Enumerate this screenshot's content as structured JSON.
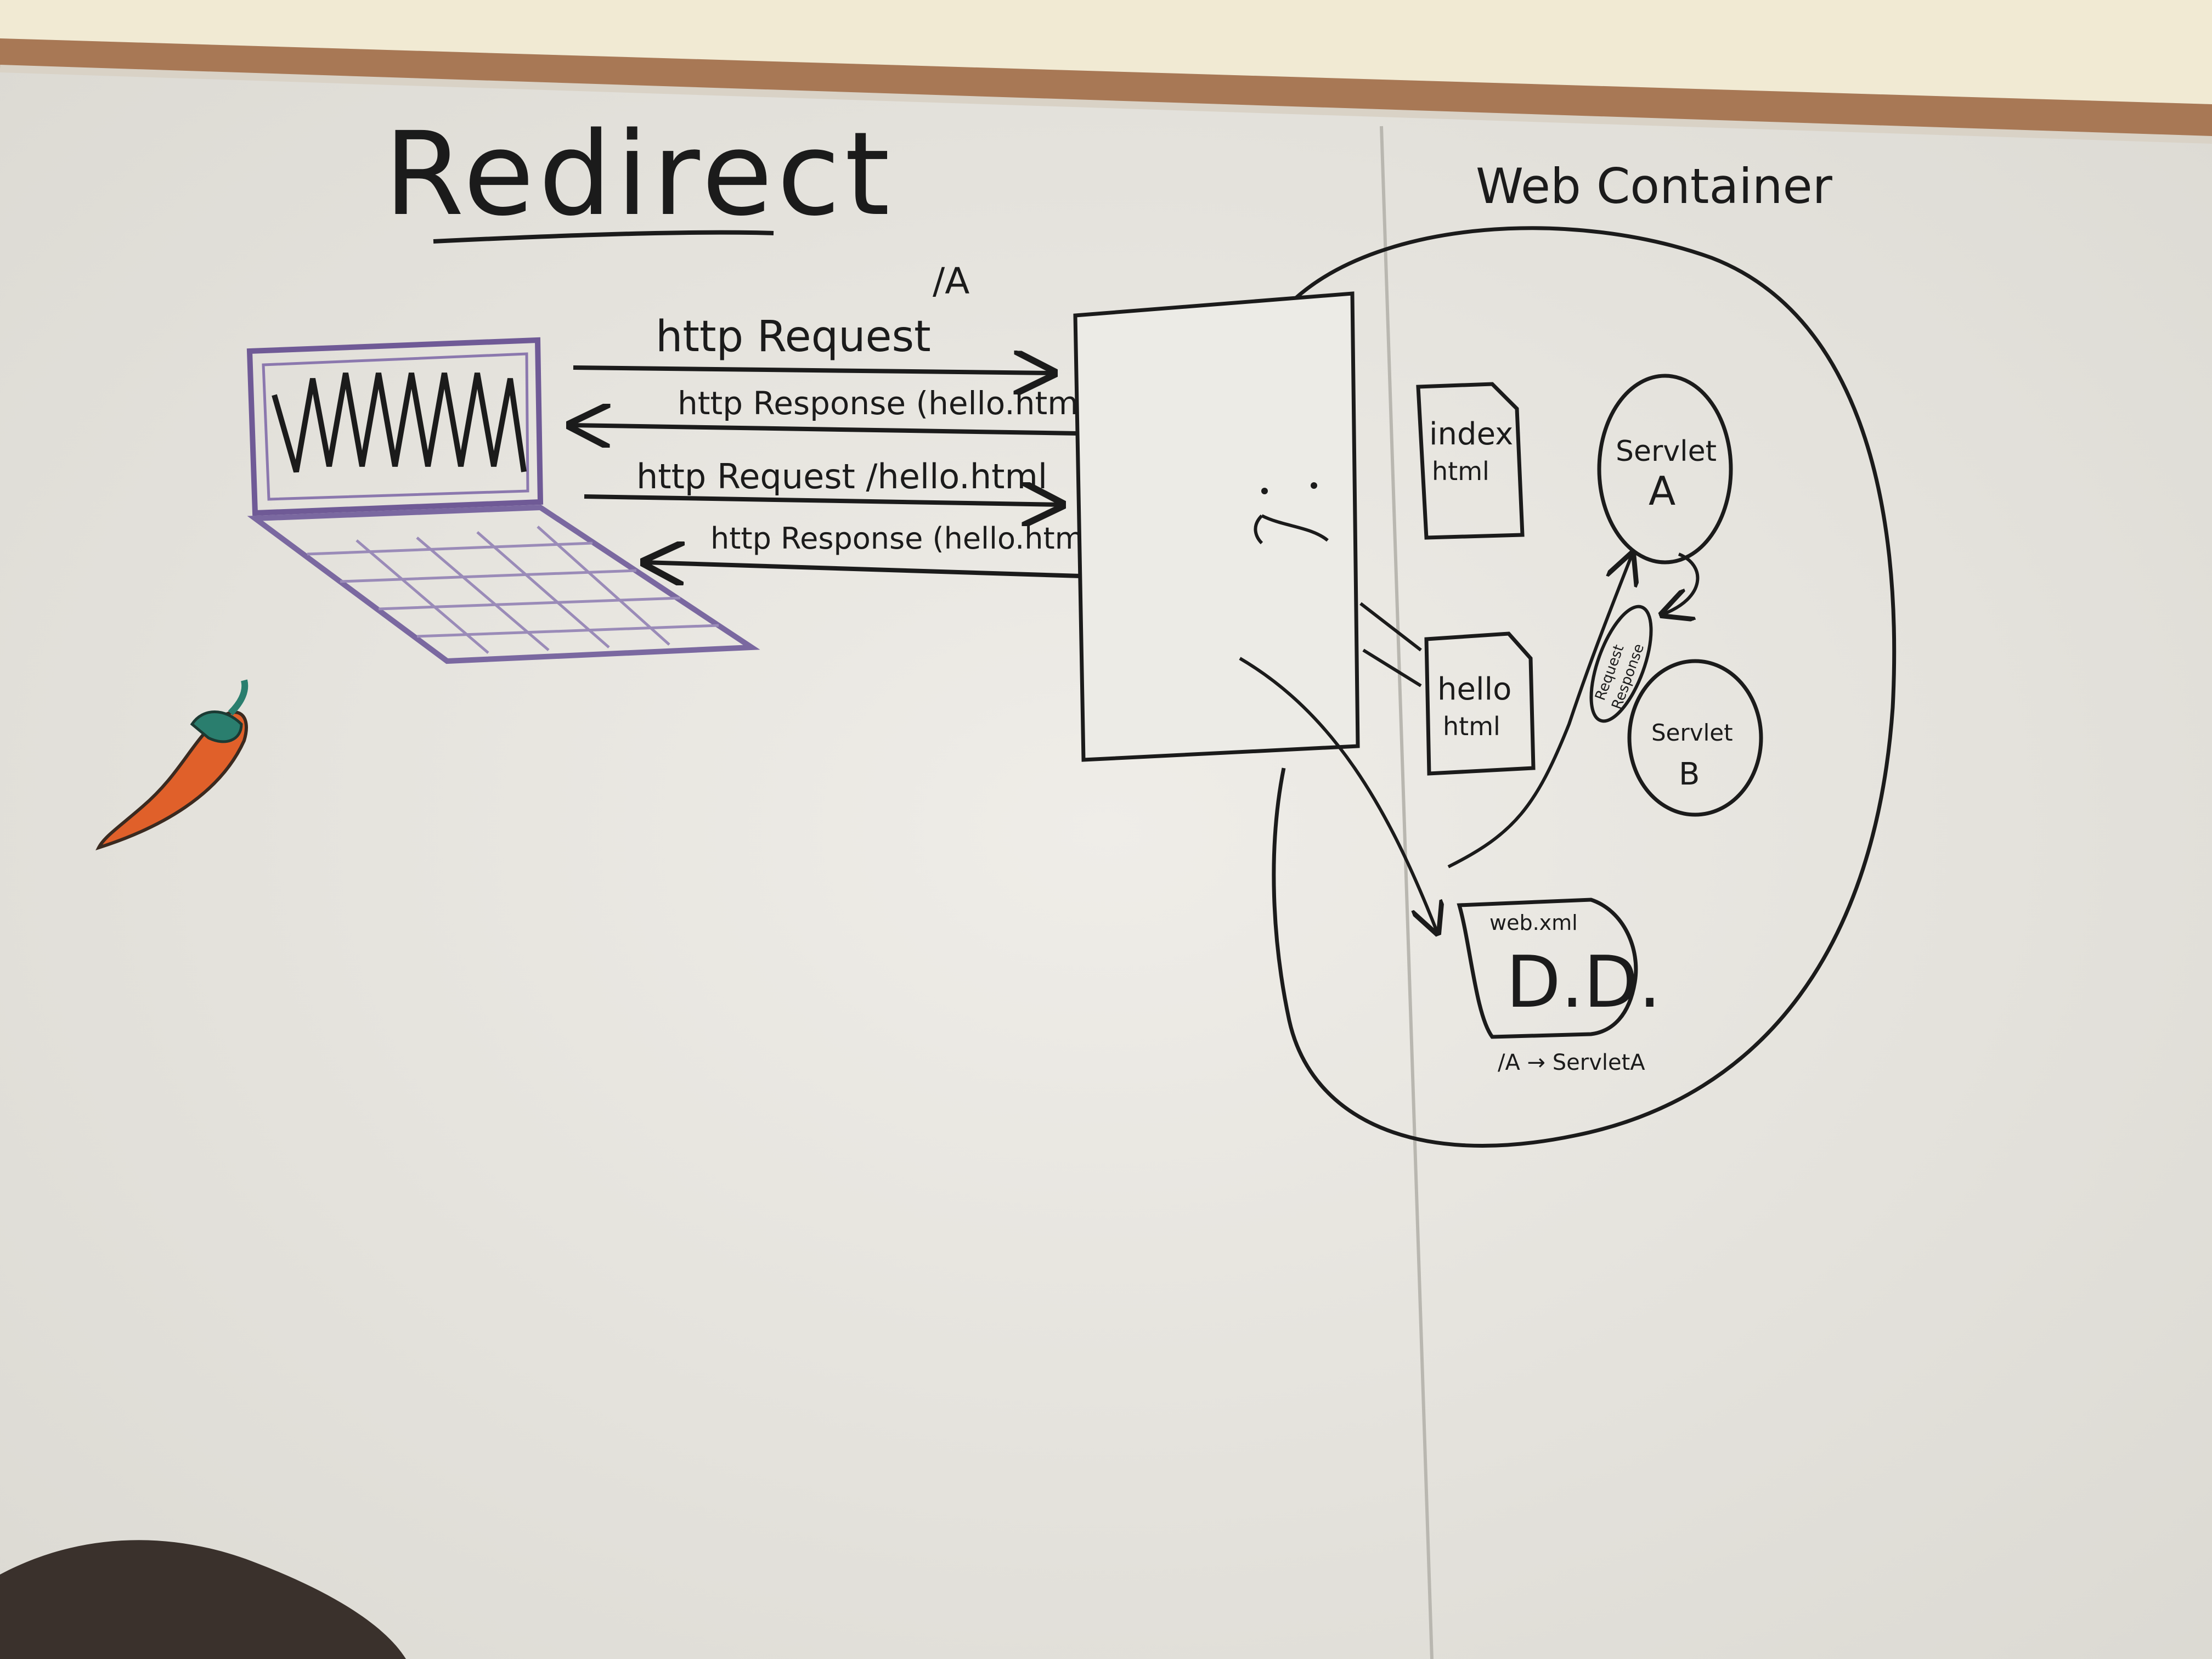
{
  "title": "Redirect",
  "client": {
    "device_icon": "laptop-icon",
    "mascot_icon": "chili-pepper-icon"
  },
  "arrows": {
    "request_1": "http Request",
    "request_1_path": "/A",
    "response_1": "http Response (hello.html)",
    "request_2": "http Request /hello.html",
    "response_2": "http Response (hello.html)"
  },
  "container": {
    "title": "Web Container",
    "index_page": "index\nhtml",
    "hello_page": "hello\nhtml",
    "servlet_a": "Servlet\nA",
    "servlet_b": "Servlet\nB",
    "req_resp_label": "Request\nResponse",
    "dd_file": "web.xml",
    "dd_label": "D.D.",
    "mapping": "/A → ServletA"
  },
  "colors": {
    "ink": "#1b1b1b",
    "board": "#e9e7e0",
    "laptop": "#6f5a96",
    "pepper": "#e0602a",
    "pepper_stem": "#2a7e6e",
    "frame": "#a87855"
  }
}
